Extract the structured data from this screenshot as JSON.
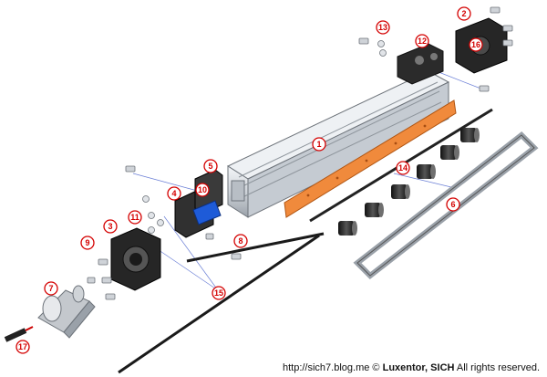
{
  "callouts": [
    {
      "id": "1",
      "label": "①"
    },
    {
      "id": "2",
      "label": "②"
    },
    {
      "id": "3",
      "label": "③"
    },
    {
      "id": "4",
      "label": "④"
    },
    {
      "id": "5",
      "label": "⑤"
    },
    {
      "id": "6",
      "label": "⑥"
    },
    {
      "id": "7",
      "label": "⑦"
    },
    {
      "id": "8",
      "label": "⑧"
    },
    {
      "id": "9",
      "label": "⑨"
    },
    {
      "id": "10",
      "label": "⑩"
    },
    {
      "id": "11",
      "label": "⑪"
    },
    {
      "id": "12",
      "label": "⑫"
    },
    {
      "id": "13",
      "label": "⑬"
    },
    {
      "id": "14",
      "label": "⑭"
    },
    {
      "id": "15",
      "label": "⑮"
    },
    {
      "id": "16",
      "label": "⑯"
    },
    {
      "id": "17",
      "label": "⑰"
    }
  ],
  "credit": {
    "url": "http://sich7.blog.me",
    "copyright_symbol": "©",
    "brand": "Luxentor",
    "separator": ",",
    "owner": "SICH",
    "rights": "All rights reserved."
  },
  "colors": {
    "callout": "#d40000",
    "orange_strip": "#f08a3c",
    "aluminium": "#d9dde2",
    "dark_part": "#2b2b2b"
  }
}
